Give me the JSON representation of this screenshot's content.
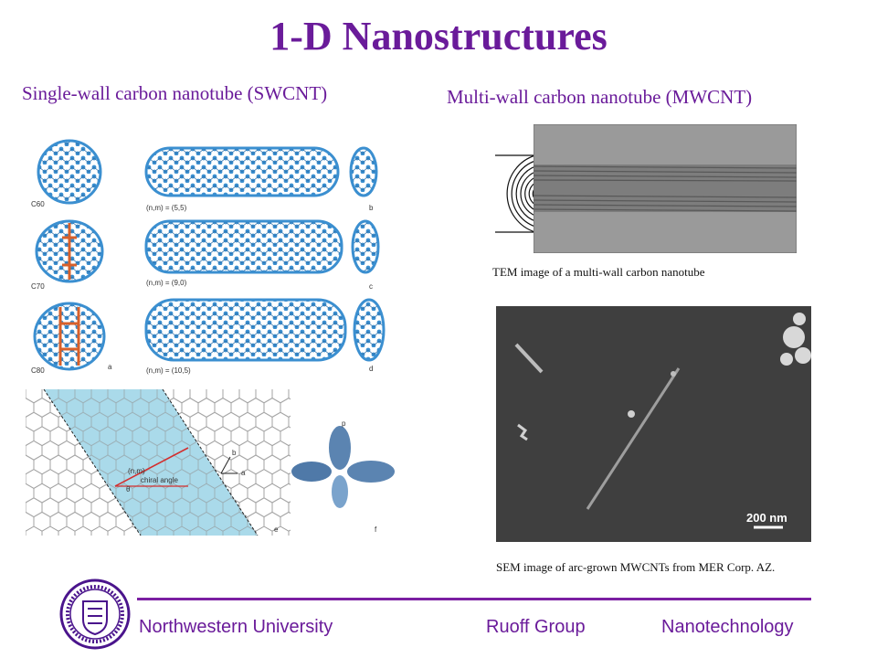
{
  "slide": {
    "title": "1-D Nanostructures",
    "left_heading": "Single-wall carbon nanotube (SWCNT)",
    "right_heading": "Multi-wall carbon nanotube (MWCNT)",
    "tem_caption": "TEM image of a multi-wall carbon nanotube",
    "sem_caption": "SEM image of arc-grown MWCNTs from MER Corp. AZ.",
    "sem_scale_bar": "200 nm"
  },
  "swcnt_figure": {
    "fullerenes": [
      "C60",
      "C70",
      "C80"
    ],
    "tube_indices": [
      "(n,m) = (5,5)",
      "(n,m) = (9,0)",
      "(n,m) = (10,5)"
    ],
    "panel_letters": [
      "a",
      "b",
      "c",
      "d",
      "e",
      "f"
    ],
    "chiral_vector_label": "(n,m)",
    "chiral_angle_label": "chiral angle",
    "theta_label": "θ",
    "basis_a": "a",
    "basis_b": "b",
    "orbital_label": "p"
  },
  "footer": {
    "university": "Northwestern University",
    "group": "Ruoff Group",
    "field": "Nanotechnology"
  },
  "colors": {
    "accent_purple": "#6a1b9a",
    "atom_blue": "#3b8fd0",
    "atom_orange": "#d8602a",
    "strip_blue": "#9bd3e6"
  }
}
